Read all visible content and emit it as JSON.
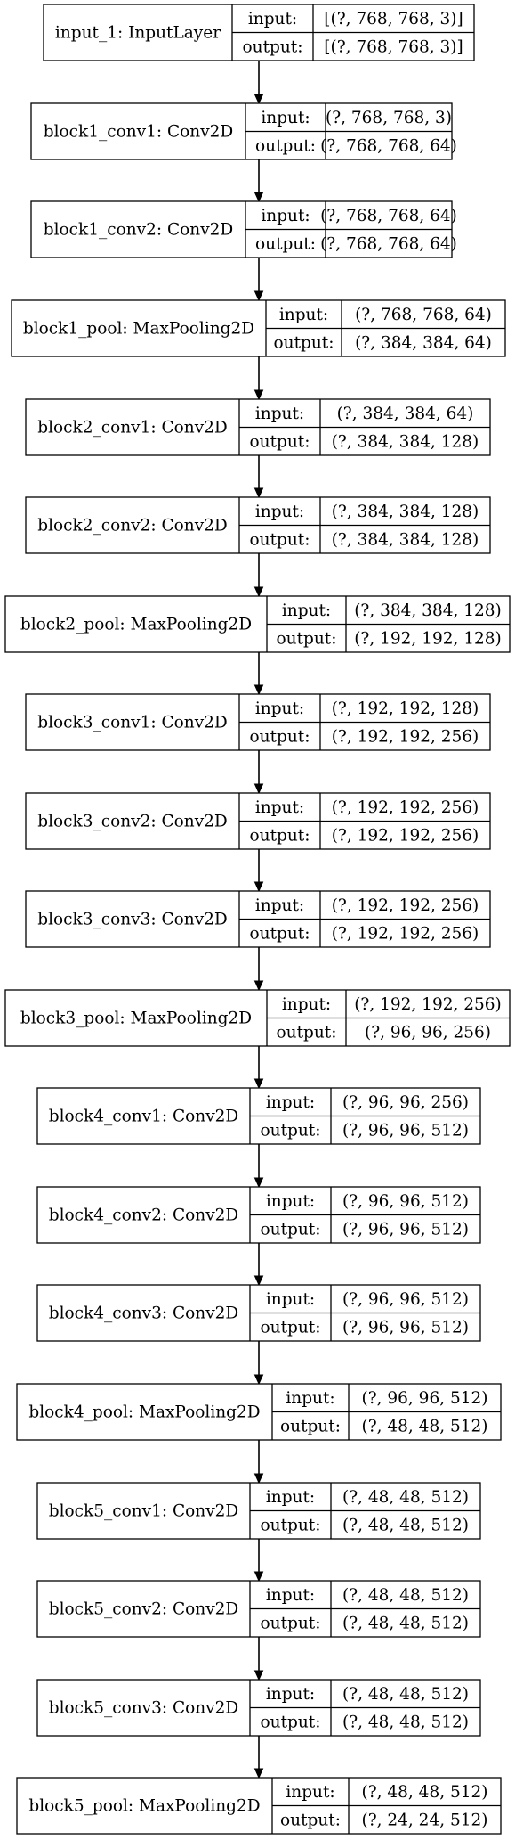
{
  "diagram": {
    "input_label": "input:",
    "output_label": "output:",
    "layers": [
      {
        "name": "input_1: InputLayer",
        "input": "[(?, 768, 768, 3)]",
        "output": "[(?, 768, 768, 3)]"
      },
      {
        "name": "block1_conv1: Conv2D",
        "input": "(?, 768, 768, 3)",
        "output": "(?, 768, 768, 64)"
      },
      {
        "name": "block1_conv2: Conv2D",
        "input": "(?, 768, 768, 64)",
        "output": "(?, 768, 768, 64)"
      },
      {
        "name": "block1_pool: MaxPooling2D",
        "input": "(?, 768, 768, 64)",
        "output": "(?, 384, 384, 64)"
      },
      {
        "name": "block2_conv1: Conv2D",
        "input": "(?, 384, 384, 64)",
        "output": "(?, 384, 384, 128)"
      },
      {
        "name": "block2_conv2: Conv2D",
        "input": "(?, 384, 384, 128)",
        "output": "(?, 384, 384, 128)"
      },
      {
        "name": "block2_pool: MaxPooling2D",
        "input": "(?, 384, 384, 128)",
        "output": "(?, 192, 192, 128)"
      },
      {
        "name": "block3_conv1: Conv2D",
        "input": "(?, 192, 192, 128)",
        "output": "(?, 192, 192, 256)"
      },
      {
        "name": "block3_conv2: Conv2D",
        "input": "(?, 192, 192, 256)",
        "output": "(?, 192, 192, 256)"
      },
      {
        "name": "block3_conv3: Conv2D",
        "input": "(?, 192, 192, 256)",
        "output": "(?, 192, 192, 256)"
      },
      {
        "name": "block3_pool: MaxPooling2D",
        "input": "(?, 192, 192, 256)",
        "output": "(?, 96, 96, 256)"
      },
      {
        "name": "block4_conv1: Conv2D",
        "input": "(?, 96, 96, 256)",
        "output": "(?, 96, 96, 512)"
      },
      {
        "name": "block4_conv2: Conv2D",
        "input": "(?, 96, 96, 512)",
        "output": "(?, 96, 96, 512)"
      },
      {
        "name": "block4_conv3: Conv2D",
        "input": "(?, 96, 96, 512)",
        "output": "(?, 96, 96, 512)"
      },
      {
        "name": "block4_pool: MaxPooling2D",
        "input": "(?, 96, 96, 512)",
        "output": "(?, 48, 48, 512)"
      },
      {
        "name": "block5_conv1: Conv2D",
        "input": "(?, 48, 48, 512)",
        "output": "(?, 48, 48, 512)"
      },
      {
        "name": "block5_conv2: Conv2D",
        "input": "(?, 48, 48, 512)",
        "output": "(?, 48, 48, 512)"
      },
      {
        "name": "block5_conv3: Conv2D",
        "input": "(?, 48, 48, 512)",
        "output": "(?, 48, 48, 512)"
      },
      {
        "name": "block5_pool: MaxPooling2D",
        "input": "(?, 48, 48, 512)",
        "output": "(?, 24, 24, 512)"
      }
    ]
  }
}
